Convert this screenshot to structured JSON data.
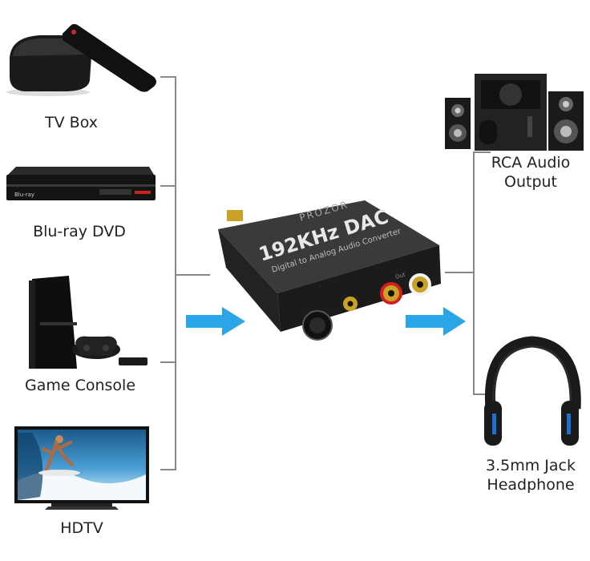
{
  "sources": [
    {
      "id": "tv-box",
      "label": "TV Box"
    },
    {
      "id": "bluray",
      "label": "Blu-ray DVD"
    },
    {
      "id": "console",
      "label": "Game Console"
    },
    {
      "id": "hdtv",
      "label": "HDTV"
    }
  ],
  "device": {
    "brand": "PROZOR",
    "title": "192KHz DAC",
    "subtitle": "Digital to Analog Audio Converter",
    "port_label": "Out"
  },
  "outputs": [
    {
      "id": "rca",
      "line1": "RCA Audio",
      "line2": "Output"
    },
    {
      "id": "headphone",
      "line1": "3.5mm Jack",
      "line2": "Headphone"
    }
  ],
  "colors": {
    "arrow": "#2aa6e8",
    "line": "#888888",
    "device": "#2b2b2b",
    "rca_red": "#d21f1f"
  }
}
